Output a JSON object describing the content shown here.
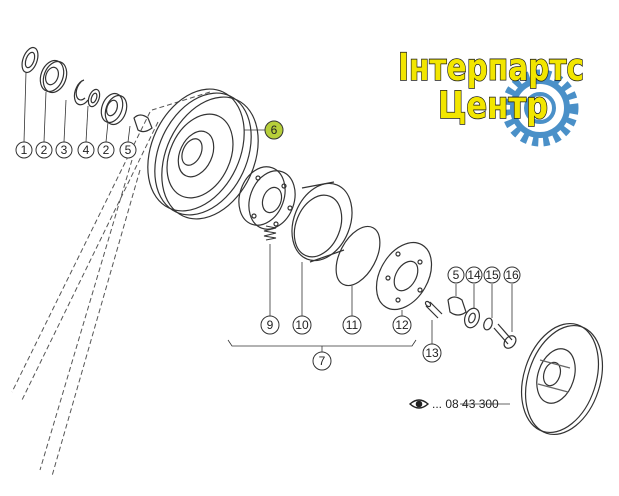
{
  "callouts": {
    "top_row": [
      "1",
      "2",
      "3",
      "4",
      "2",
      "5"
    ],
    "highlighted": "6",
    "bottom_row": [
      "9",
      "10",
      "11",
      "12"
    ],
    "assembly": "7",
    "right_row": [
      "5",
      "14",
      "15",
      "16"
    ],
    "pin": "13"
  },
  "logo": {
    "line1": "Інтерпартс",
    "line2": "Центр"
  },
  "reference": {
    "text": "... 08 43 300"
  },
  "colors": {
    "highlight": "#b7cf3a",
    "logo_text": "#f2e600",
    "logo_gear": "#4a90c8",
    "line": "#333333"
  }
}
